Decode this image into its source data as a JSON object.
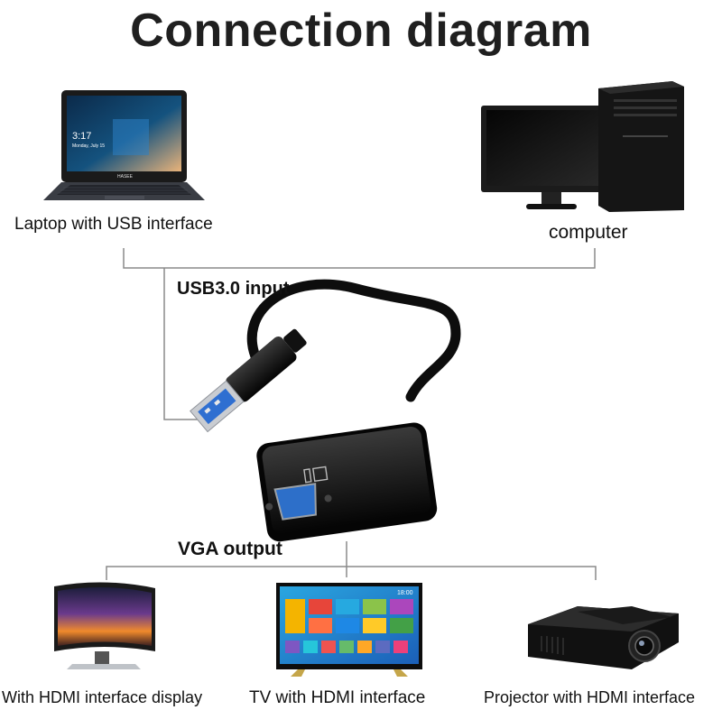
{
  "title": "Connection diagram",
  "labels": {
    "laptop": "Laptop with USB interface",
    "computer": "computer",
    "usb_input": "USB3.0 input",
    "vga_output": "VGA output",
    "display": "With HDMI interface display",
    "tv": "TV with HDMI interface",
    "projector": "Projector with HDMI interface"
  },
  "laptop_screen": {
    "time": "3:17",
    "date": "Monday, July 15",
    "brand": "HASEE"
  },
  "tv_screen": {
    "time": "18:00"
  },
  "colors": {
    "line": "#8a8a8a",
    "adapter": "#0d0d0d",
    "usb_plug": "#2f6fd1"
  }
}
